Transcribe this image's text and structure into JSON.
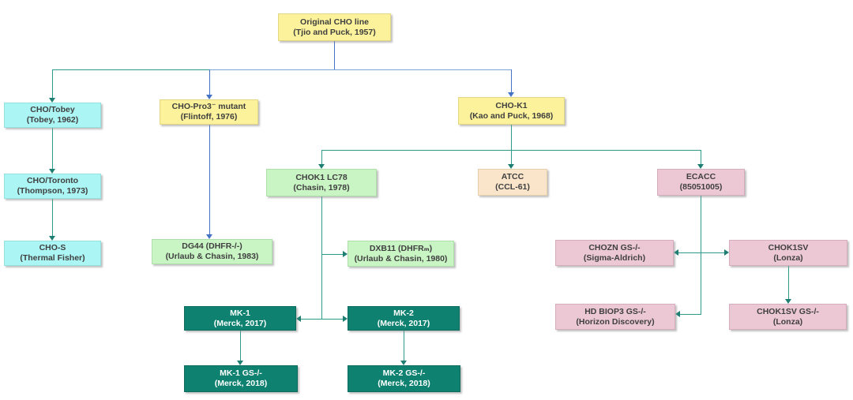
{
  "title": "CHO cell line lineage diagram",
  "colors": {
    "node_yellow": "#fbf29b",
    "node_cyan": "#abf6f4",
    "node_green": "#c9f4c4",
    "node_peach": "#fae5cb",
    "node_pink": "#ecc8d5",
    "node_dark_teal": "#0e8171",
    "line_teal": "#2e9a8c",
    "line_blue": "#4472c4",
    "text_dark": "#3f3f3f",
    "text_light": "#ffffff"
  },
  "nodes": {
    "original": {
      "line1": "Original CHO line",
      "line2": "(Tjio and Puck, 1957)"
    },
    "cho_tobey": {
      "line1": "CHO/Tobey",
      "line2": "(Tobey, 1962)"
    },
    "cho_toronto": {
      "line1": "CHO/Toronto",
      "line2": "(Thompson, 1973)"
    },
    "cho_s": {
      "line1": "CHO-S",
      "line2": "(Thermal Fisher)"
    },
    "cho_pro3": {
      "line1": "CHO-Pro3⁻ mutant",
      "line2": "(Flintoff, 1976)"
    },
    "cho_k1": {
      "line1": "CHO-K1",
      "line2": "(Kao and Puck, 1968)"
    },
    "chok1_lc78": {
      "line1": "CHOK1 LC78",
      "line2": "(Chasin, 1978)"
    },
    "atcc": {
      "line1": "ATCC",
      "line2": "(CCL-61)"
    },
    "ecacc": {
      "line1": "ECACC",
      "line2": "(85051005)"
    },
    "dg44": {
      "line1": "DG44 (DHFR-/-)",
      "line2": "(Urlaub & Chasin, 1983)"
    },
    "dxb11": {
      "line1": "DXB11 (DHFRₘ)",
      "line2": "(Urlaub & Chasin, 1980)"
    },
    "chozn": {
      "line1": "CHOZN GS-/-",
      "line2": "(Sigma-Aldrich)"
    },
    "chok1sv": {
      "line1": "CHOK1SV",
      "line2": "(Lonza)"
    },
    "mk1": {
      "line1": "MK-1",
      "line2": "(Merck, 2017)"
    },
    "mk2": {
      "line1": "MK-2",
      "line2": "(Merck, 2017)"
    },
    "hd_biop3": {
      "line1": "HD BIOP3 GS-/-",
      "line2": "(Horizon Discovery)"
    },
    "chok1sv_gs": {
      "line1": "CHOK1SV GS-/-",
      "line2": "(Lonza)"
    },
    "mk1_gs": {
      "line1": "MK-1 GS-/-",
      "line2": "(Merck, 2018)"
    },
    "mk2_gs": {
      "line1": "MK-2 GS-/-",
      "line2": "(Merck, 2018)"
    }
  },
  "edges": [
    {
      "from": "Original CHO line",
      "to": "CHO/Tobey"
    },
    {
      "from": "Original CHO line",
      "to": "CHO-Pro3- mutant"
    },
    {
      "from": "Original CHO line",
      "to": "CHO-K1"
    },
    {
      "from": "CHO/Tobey",
      "to": "CHO/Toronto"
    },
    {
      "from": "CHO/Toronto",
      "to": "CHO-S"
    },
    {
      "from": "CHO-Pro3- mutant",
      "to": "DG44 (DHFR-/-)"
    },
    {
      "from": "CHO-K1",
      "to": "CHOK1 LC78"
    },
    {
      "from": "CHO-K1",
      "to": "ATCC (CCL-61)"
    },
    {
      "from": "CHO-K1",
      "to": "ECACC (85051005)"
    },
    {
      "from": "CHOK1 LC78",
      "to": "DXB11 (DHFRm)"
    },
    {
      "from": "CHOK1 LC78",
      "to": "MK-1"
    },
    {
      "from": "CHOK1 LC78",
      "to": "MK-2"
    },
    {
      "from": "MK-1",
      "to": "MK-1 GS-/-"
    },
    {
      "from": "MK-2",
      "to": "MK-2 GS-/-"
    },
    {
      "from": "ECACC (85051005)",
      "to": "CHOZN GS-/-"
    },
    {
      "from": "ECACC (85051005)",
      "to": "CHOK1SV"
    },
    {
      "from": "ECACC (85051005)",
      "to": "HD BIOP3 GS-/-"
    },
    {
      "from": "CHOK1SV",
      "to": "CHOK1SV GS-/-"
    }
  ]
}
